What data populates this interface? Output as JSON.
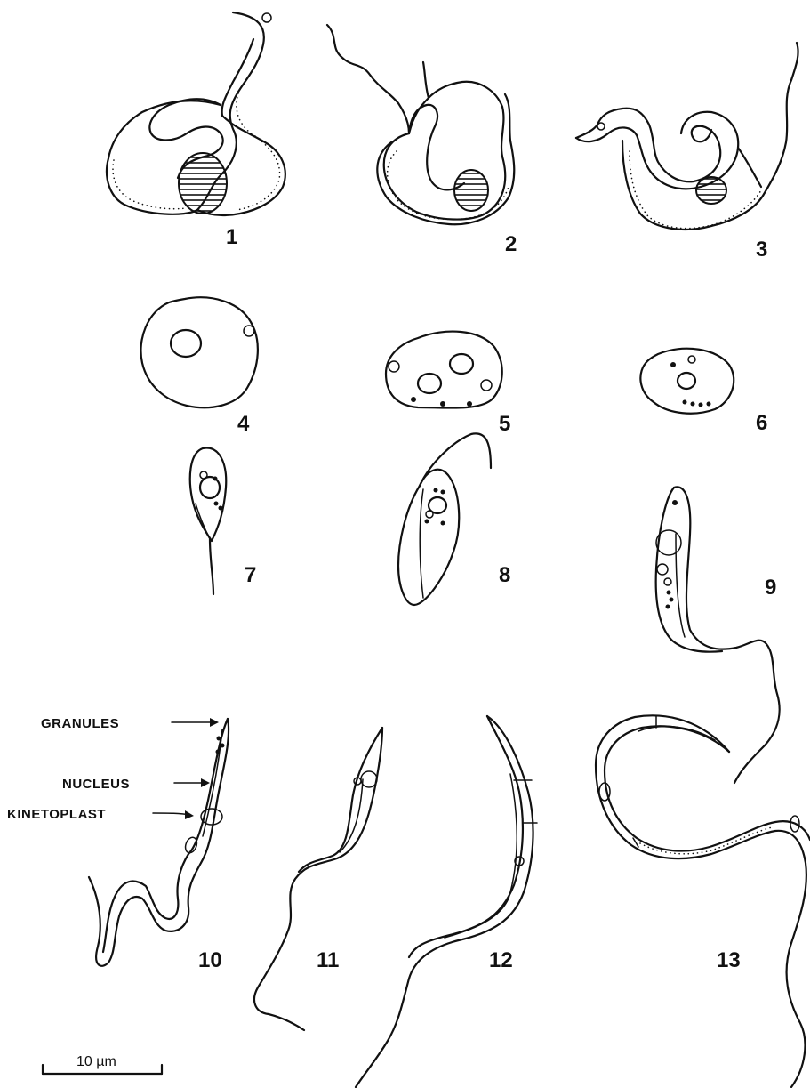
{
  "figures": [
    {
      "number": "1"
    },
    {
      "number": "2"
    },
    {
      "number": "3"
    },
    {
      "number": "4"
    },
    {
      "number": "5"
    },
    {
      "number": "6"
    },
    {
      "number": "7"
    },
    {
      "number": "8"
    },
    {
      "number": "9"
    },
    {
      "number": "10"
    },
    {
      "number": "11"
    },
    {
      "number": "12"
    },
    {
      "number": "13"
    }
  ],
  "labels": {
    "granules": "GRANULES",
    "nucleus": "NUCLEUS",
    "kinetoplast": "KINETOPLAST"
  },
  "scale_bar": {
    "label": "10 µm"
  }
}
